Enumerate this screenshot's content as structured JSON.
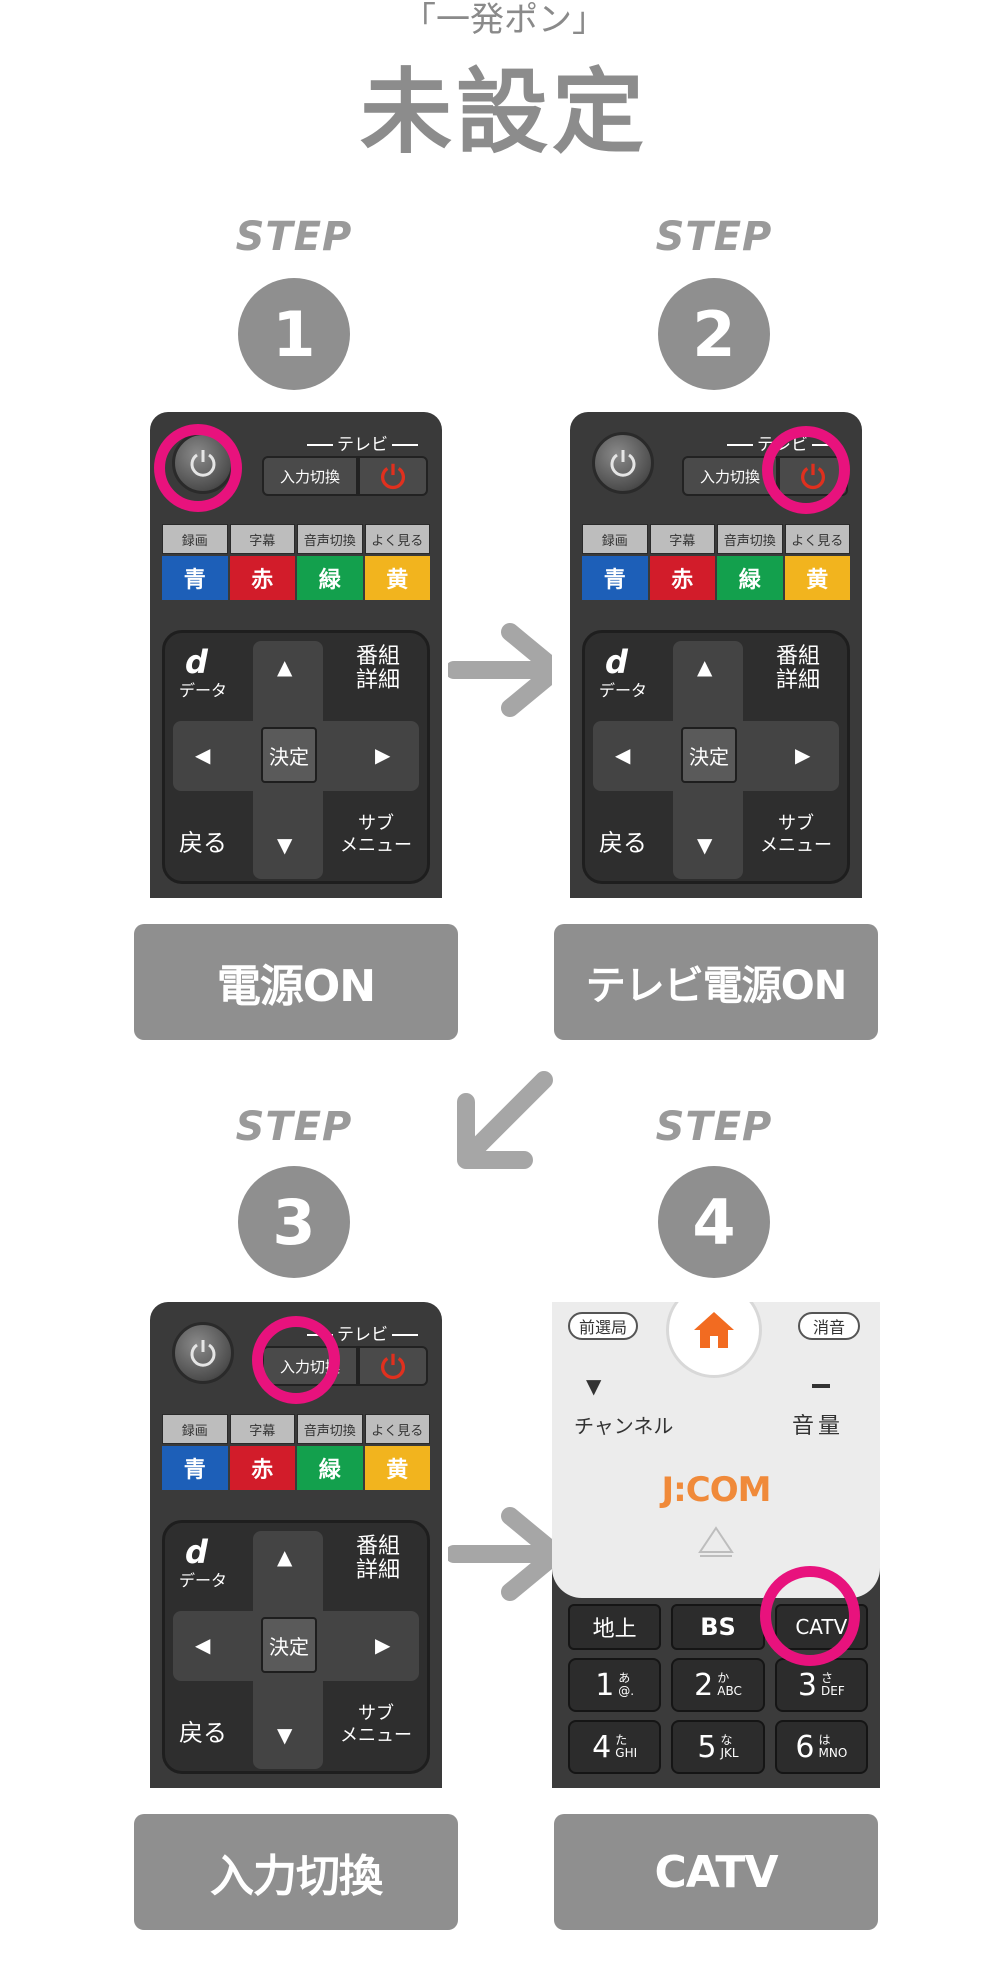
{
  "header": {
    "subtitle": "「一発ポン」",
    "title": "未設定"
  },
  "steps": [
    {
      "label": "STEP",
      "number": "1",
      "caption": "電源ON"
    },
    {
      "label": "STEP",
      "number": "2",
      "caption": "テレビ電源ON"
    },
    {
      "label": "STEP",
      "number": "3",
      "caption": "入力切換"
    },
    {
      "label": "STEP",
      "number": "4",
      "caption": "CATV"
    }
  ],
  "remote": {
    "tv_label": "テレビ",
    "input_switch": "入力切換",
    "function_keys": [
      "録画",
      "字幕",
      "音声切換",
      "よく見る"
    ],
    "color_keys": [
      {
        "label": "青",
        "color": "#1d5fb8"
      },
      {
        "label": "赤",
        "color": "#d21c2a"
      },
      {
        "label": "緑",
        "color": "#13a04d"
      },
      {
        "label": "黄",
        "color": "#f2b41e"
      }
    ],
    "data_key": "データ",
    "data_glyph": "d",
    "program_info": "番組\n詳細",
    "enter": "決定",
    "back": "戻る",
    "sub_menu": "サブ\nメニュー"
  },
  "remote4": {
    "prev_station": "前選局",
    "mute": "消音",
    "channel": "チャンネル",
    "volume": "音量",
    "brand": "J:COM",
    "broadcast_keys": [
      "地上",
      "BS",
      "CATV"
    ],
    "number_keys": [
      {
        "num": "1",
        "sub": "あ\n@."
      },
      {
        "num": "2",
        "sub": "か\nABC"
      },
      {
        "num": "3",
        "sub": "さ\nDEF"
      },
      {
        "num": "4",
        "sub": "た\nGHI"
      },
      {
        "num": "5",
        "sub": "な\nJKL"
      },
      {
        "num": "6",
        "sub": "は\nMNO"
      }
    ]
  },
  "colors": {
    "highlight_ring": "#e8127d",
    "badge_gray": "#8f8f8f",
    "remote_body": "#3a3a3a",
    "power_red": "#e0301e"
  }
}
